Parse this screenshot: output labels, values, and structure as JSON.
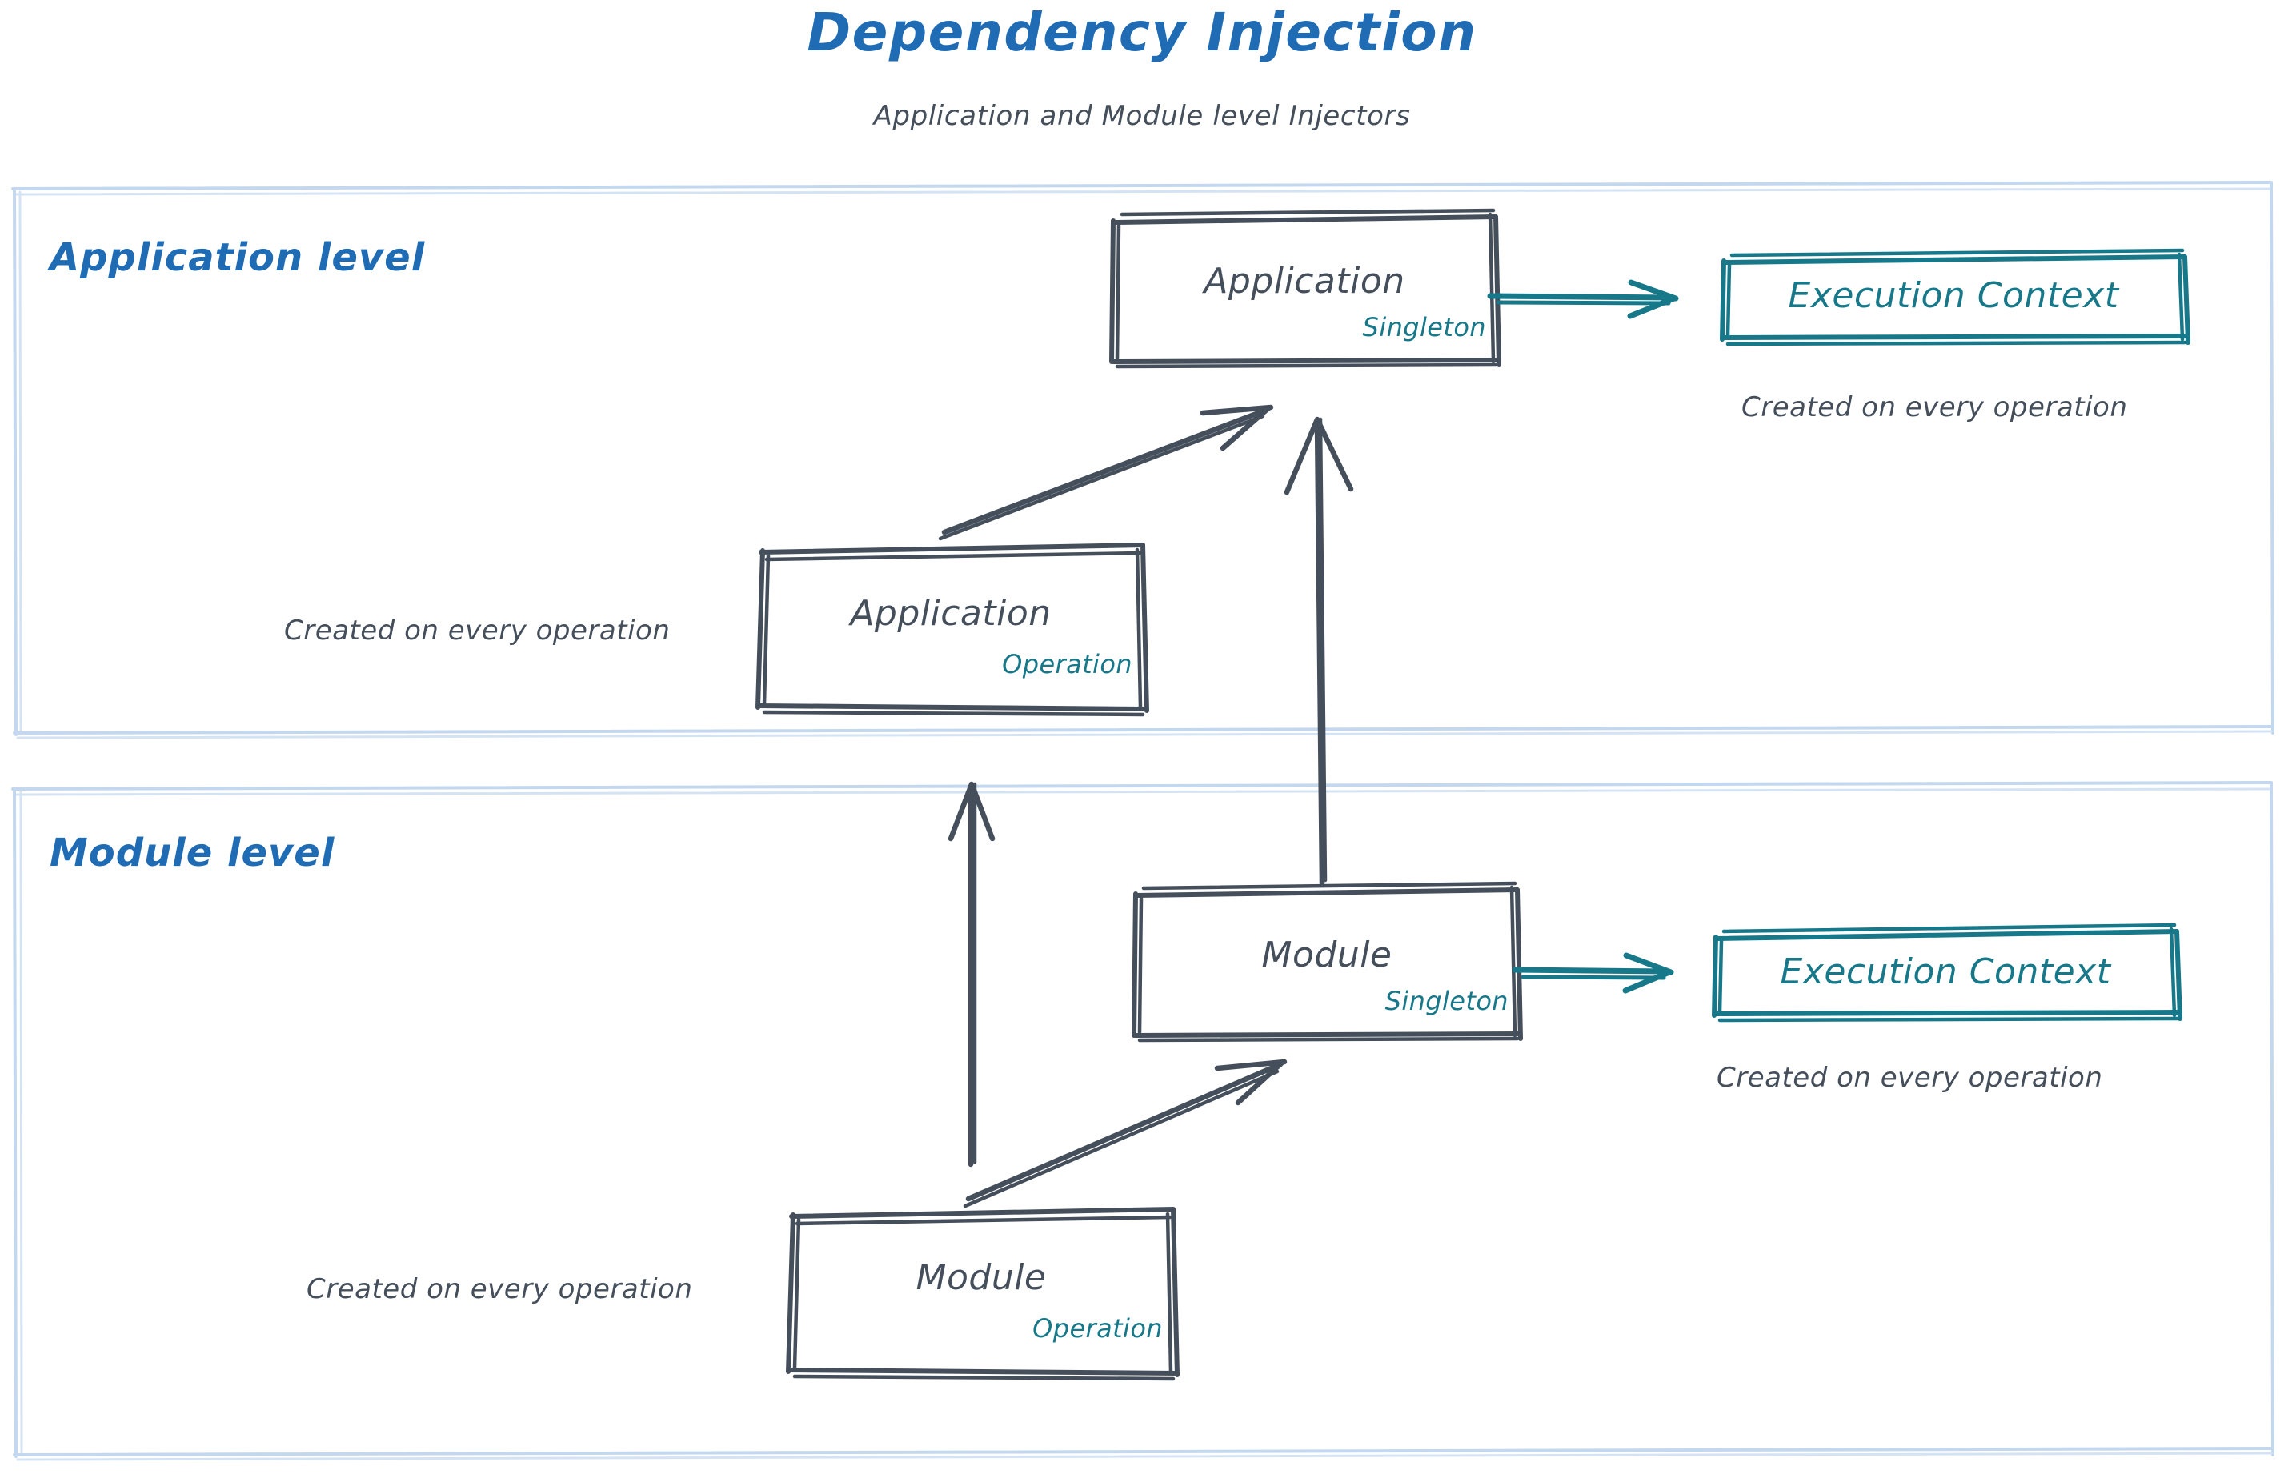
{
  "header": {
    "title": "Dependency Injection",
    "subtitle": "Application and Module level Injectors"
  },
  "colors": {
    "title_blue": "#1f6cb5",
    "lane_label_blue": "#1f6cb5",
    "lane_border_blue": "#c3d7ee",
    "node_gray": "#454f5b",
    "scope_teal": "#17788a",
    "exec_context_teal": "#17788a",
    "background": "#ffffff"
  },
  "lanes": [
    {
      "id": "application-level",
      "label": "Application level"
    },
    {
      "id": "module-level",
      "label": "Module level"
    }
  ],
  "nodes": [
    {
      "id": "application-singleton",
      "title": "Application",
      "scope": "Singleton",
      "lane": "application-level",
      "style": "gray"
    },
    {
      "id": "application-operation",
      "title": "Application",
      "scope": "Operation",
      "lane": "application-level",
      "style": "gray"
    },
    {
      "id": "execution-context-application",
      "title": "Execution Context",
      "scope": "",
      "lane": "application-level",
      "style": "teal"
    },
    {
      "id": "module-singleton",
      "title": "Module",
      "scope": "Singleton",
      "lane": "module-level",
      "style": "gray"
    },
    {
      "id": "module-operation",
      "title": "Module",
      "scope": "Operation",
      "lane": "module-level",
      "style": "gray"
    },
    {
      "id": "execution-context-module",
      "title": "Execution Context",
      "scope": "",
      "lane": "module-level",
      "style": "teal"
    }
  ],
  "captions": [
    {
      "id": "caption-application-execution-context",
      "text": "Created on every operation"
    },
    {
      "id": "caption-application-operation",
      "text": "Created on every operation"
    },
    {
      "id": "caption-module-execution-context",
      "text": "Created on every operation"
    },
    {
      "id": "caption-module-operation",
      "text": "Created on every operation"
    }
  ],
  "edges": [
    {
      "id": "application-operation-to-application-singleton",
      "from": "application-operation",
      "to": "application-singleton",
      "color": "#454f5b",
      "style": "sketch-arrow"
    },
    {
      "id": "module-singleton-to-application-singleton",
      "from": "module-singleton",
      "to": "application-singleton",
      "color": "#454f5b",
      "style": "sketch-arrow"
    },
    {
      "id": "module-operation-to-application-operation",
      "from": "module-operation",
      "to": "application-operation",
      "color": "#454f5b",
      "style": "sketch-arrow"
    },
    {
      "id": "module-operation-to-module-singleton",
      "from": "module-operation",
      "to": "module-singleton",
      "color": "#454f5b",
      "style": "sketch-arrow"
    },
    {
      "id": "application-singleton-to-execution-context",
      "from": "application-singleton",
      "to": "execution-context-application",
      "color": "#17788a",
      "style": "sketch-arrow"
    },
    {
      "id": "module-singleton-to-execution-context",
      "from": "module-singleton",
      "to": "execution-context-module",
      "color": "#17788a",
      "style": "sketch-arrow"
    }
  ]
}
